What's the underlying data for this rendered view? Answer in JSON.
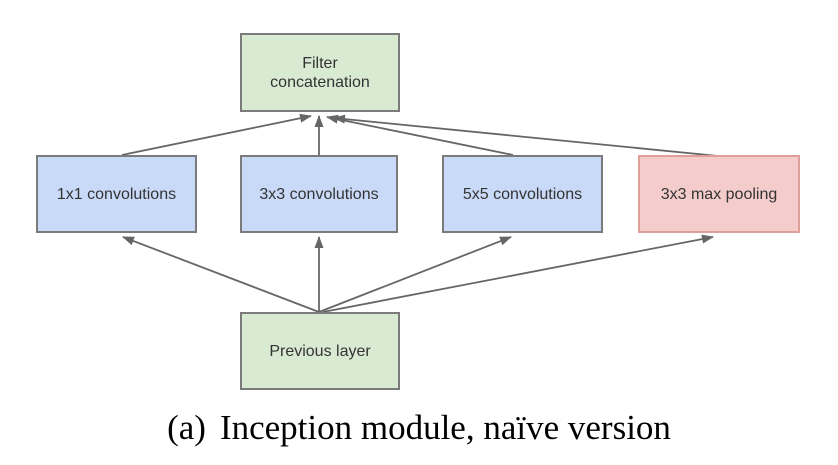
{
  "figure": {
    "caption": {
      "prefix": "(a)",
      "text": "Inception module, naïve version"
    }
  },
  "diagram": {
    "type": "flow-diagram",
    "nodes": {
      "filter_concat": {
        "label": "Filter concatenation",
        "fill": "#d9ead3",
        "border": "#7b7b7b"
      },
      "conv1": {
        "label": "1x1 convolutions",
        "fill": "#c9daf8",
        "border": "#7b7b7b"
      },
      "conv3": {
        "label": "3x3 convolutions",
        "fill": "#c9daf8",
        "border": "#7b7b7b"
      },
      "conv5": {
        "label": "5x5 convolutions",
        "fill": "#c9daf8",
        "border": "#7b7b7b"
      },
      "pool": {
        "label": "3x3 max pooling",
        "fill": "#f4cccc",
        "border": "#dfa09a"
      },
      "previous": {
        "label": "Previous layer",
        "fill": "#d9ead3",
        "border": "#7b7b7b"
      }
    },
    "edges": [
      {
        "from": "previous",
        "to": "conv1"
      },
      {
        "from": "previous",
        "to": "conv3"
      },
      {
        "from": "previous",
        "to": "conv5"
      },
      {
        "from": "previous",
        "to": "pool"
      },
      {
        "from": "conv1",
        "to": "filter_concat"
      },
      {
        "from": "conv3",
        "to": "filter_concat"
      },
      {
        "from": "conv5",
        "to": "filter_concat"
      },
      {
        "from": "pool",
        "to": "filter_concat"
      }
    ],
    "arrow_color": "#666666"
  }
}
